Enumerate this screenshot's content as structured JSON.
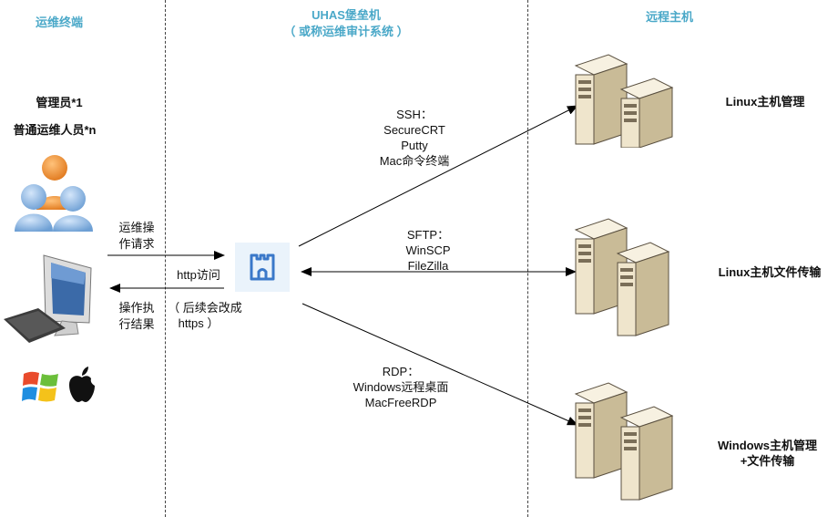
{
  "columns": {
    "terminal": "运维终端",
    "bastion_title": "UHAS堡垒机",
    "bastion_subtitle": "（ 或称运维审计系统 ）",
    "remote": "远程主机"
  },
  "users": {
    "admin": "管理员*1",
    "operators": "普通运维人员*n"
  },
  "requests": {
    "op_request_line1": "运维操",
    "op_request_line2": "作请求",
    "http": "http访问",
    "http_note_line1": "（ 后续会改成",
    "http_note_line2": "https ）",
    "result_line1": "操作执",
    "result_line2": "行结果"
  },
  "protocols": {
    "ssh": [
      "SSH：",
      "SecureCRT",
      "Putty",
      "Mac命令终端"
    ],
    "sftp": [
      "SFTP：",
      "WinSCP",
      "FileZilla"
    ],
    "rdp": [
      "RDP：",
      "Windows远程桌面",
      "MacFreeRDP"
    ]
  },
  "hosts": {
    "linux_mgmt": "Linux主机管理",
    "linux_file": "Linux主机文件传输",
    "windows_line1": "Windows主机管理",
    "windows_line2": "+文件传输"
  },
  "icons": [
    "users-icon",
    "desktop-computer-icon",
    "windows-logo-icon",
    "apple-logo-icon",
    "bastion-castle-icon",
    "server-icon"
  ],
  "colors": {
    "column_title": "#4aa8c8",
    "bastion_icon": "#3a78c9",
    "bastion_bg": "#eaf3fb",
    "server": "#efe5cc"
  }
}
